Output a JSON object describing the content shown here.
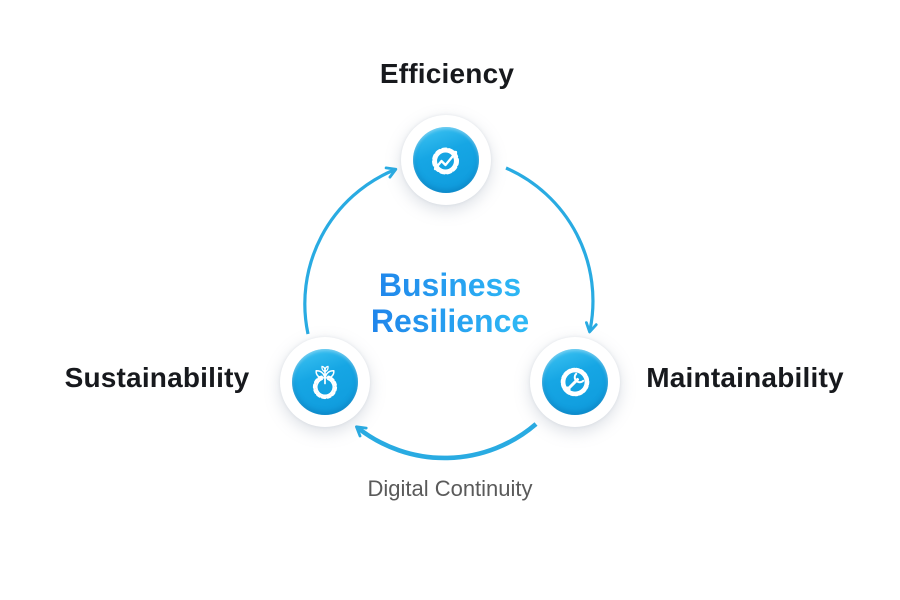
{
  "diagram": {
    "title": "Business Resilience",
    "flow_label": "Digital Continuity",
    "nodes": [
      {
        "id": "efficiency",
        "label": "Efficiency",
        "icon": "gear-growth-icon",
        "position": "top"
      },
      {
        "id": "maintainability",
        "label": "Maintainability",
        "icon": "gear-wrench-icon",
        "position": "right"
      },
      {
        "id": "sustainability",
        "label": "Sustainability",
        "icon": "gear-plant-icon",
        "position": "left"
      }
    ],
    "colors": {
      "accent": "#29abe2",
      "node_fill_light": "#41c6f4",
      "node_fill_dark": "#0e9adc",
      "title_gradient_start": "#1d7ce9",
      "title_gradient_end": "#31c3f7",
      "node_label": "#17191d",
      "flow_label": "#5a5a5a",
      "background": "#ffffff"
    }
  }
}
